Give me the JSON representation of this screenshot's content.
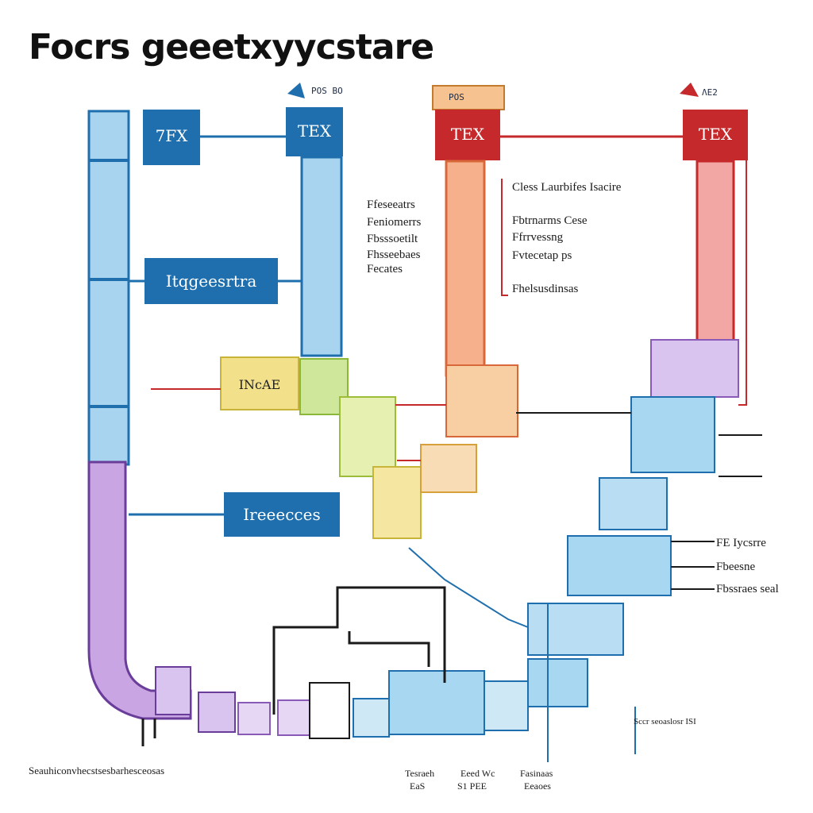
{
  "title": "Focrs geeetxyycstare",
  "colors": {
    "blue": "#1f6fae",
    "blue_light": "#a9d4ef",
    "red": "#c6292b",
    "red_light": "#f3a7a4",
    "purple": "#b48ad6",
    "purple_light": "#d9c3ef",
    "yellow": "#f2e18a",
    "orange_light": "#f6c390",
    "cyan_light": "#a8d7f1",
    "line_dark": "#1a1a1a"
  },
  "header_boxes": {
    "left_box": "7FX",
    "center_blue": "TEX",
    "center_red": "TEX",
    "right_red": "TEX"
  },
  "tags": {
    "center_blue_tag": "POS BO",
    "center_red_tag": "POS",
    "right_red_tag": "ΛE2"
  },
  "mid_boxes": {
    "blue_middle_top": "Itqgeesrtra",
    "blue_middle_bottom": "Ireeecces",
    "yellow_box": "INcAE"
  },
  "text_blocks": {
    "center_list": [
      "Ffeseeatrs",
      "Feniomerrs",
      "Fbsssoetilt",
      "Fhsseebaes",
      "Fecates"
    ],
    "right_heading": "Cless Laurbifes Isacire",
    "right_list": [
      "Fbtrnarms Cese",
      "Ffrrvessng",
      "Fvtecetap ps",
      "Fhelsusdinsas"
    ],
    "footer_left": "Seauhiconvhecstsesbarhesceosas",
    "footer_mid": [
      "Tesraeh",
      "EaS"
    ],
    "footer_mid2": [
      "Eeed Wc",
      "S1 PEE"
    ],
    "footer_right": [
      "Fasinaas",
      "Eeaoes"
    ],
    "right_labels": [
      "FE Iycsrre",
      "Fbeesne",
      "Fbssraes seal"
    ],
    "bottom_right_label": "Sccr seoaslosr ISI"
  }
}
